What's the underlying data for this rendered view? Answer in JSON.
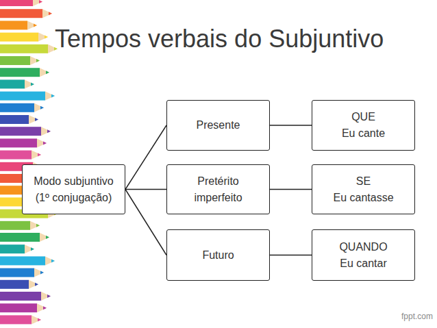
{
  "diagram": {
    "title": "Tempos verbais do Subjuntivo",
    "nodes": [
      {
        "text": [
          "Modo subjuntivo (1º conjugação)"
        ]
      },
      {
        "text": [
          "Presente"
        ]
      },
      {
        "text": [
          "QUE",
          "Eu cante"
        ]
      },
      {
        "text": [
          "Pretérito imperfeito"
        ]
      },
      {
        "text": [
          "SE",
          "Eu cantasse"
        ]
      },
      {
        "text": [
          "Futuro"
        ]
      },
      {
        "text": [
          "QUANDO",
          "Eu cantar"
        ]
      }
    ],
    "edges": [
      {
        "from": 0,
        "to": 1,
        "arrow": "none"
      },
      {
        "from": 0,
        "to": 3,
        "arrow": "none"
      },
      {
        "from": 0,
        "to": 5,
        "arrow": "none"
      },
      {
        "from": 1,
        "to": 2,
        "arrow": "none"
      },
      {
        "from": 3,
        "to": 4,
        "arrow": "none"
      },
      {
        "from": 5,
        "to": 6,
        "arrow": "none"
      }
    ],
    "labels": [
      "fppt.com"
    ]
  }
}
